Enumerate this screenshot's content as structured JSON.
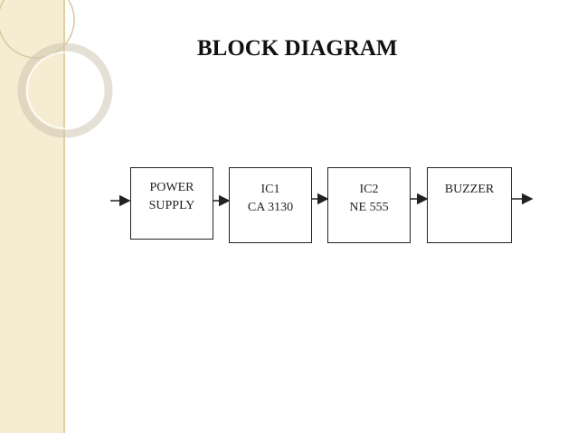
{
  "title": "BLOCK DIAGRAM",
  "blocks": [
    {
      "line1": "POWER",
      "line2": "SUPPLY"
    },
    {
      "line1": "IC1",
      "line2": "CA 3130"
    },
    {
      "line1": "IC2",
      "line2": "NE 555"
    },
    {
      "line1": "BUZZER",
      "line2": ""
    }
  ],
  "colors": {
    "side_strip": "#f6ecd2",
    "line": "#222222"
  }
}
